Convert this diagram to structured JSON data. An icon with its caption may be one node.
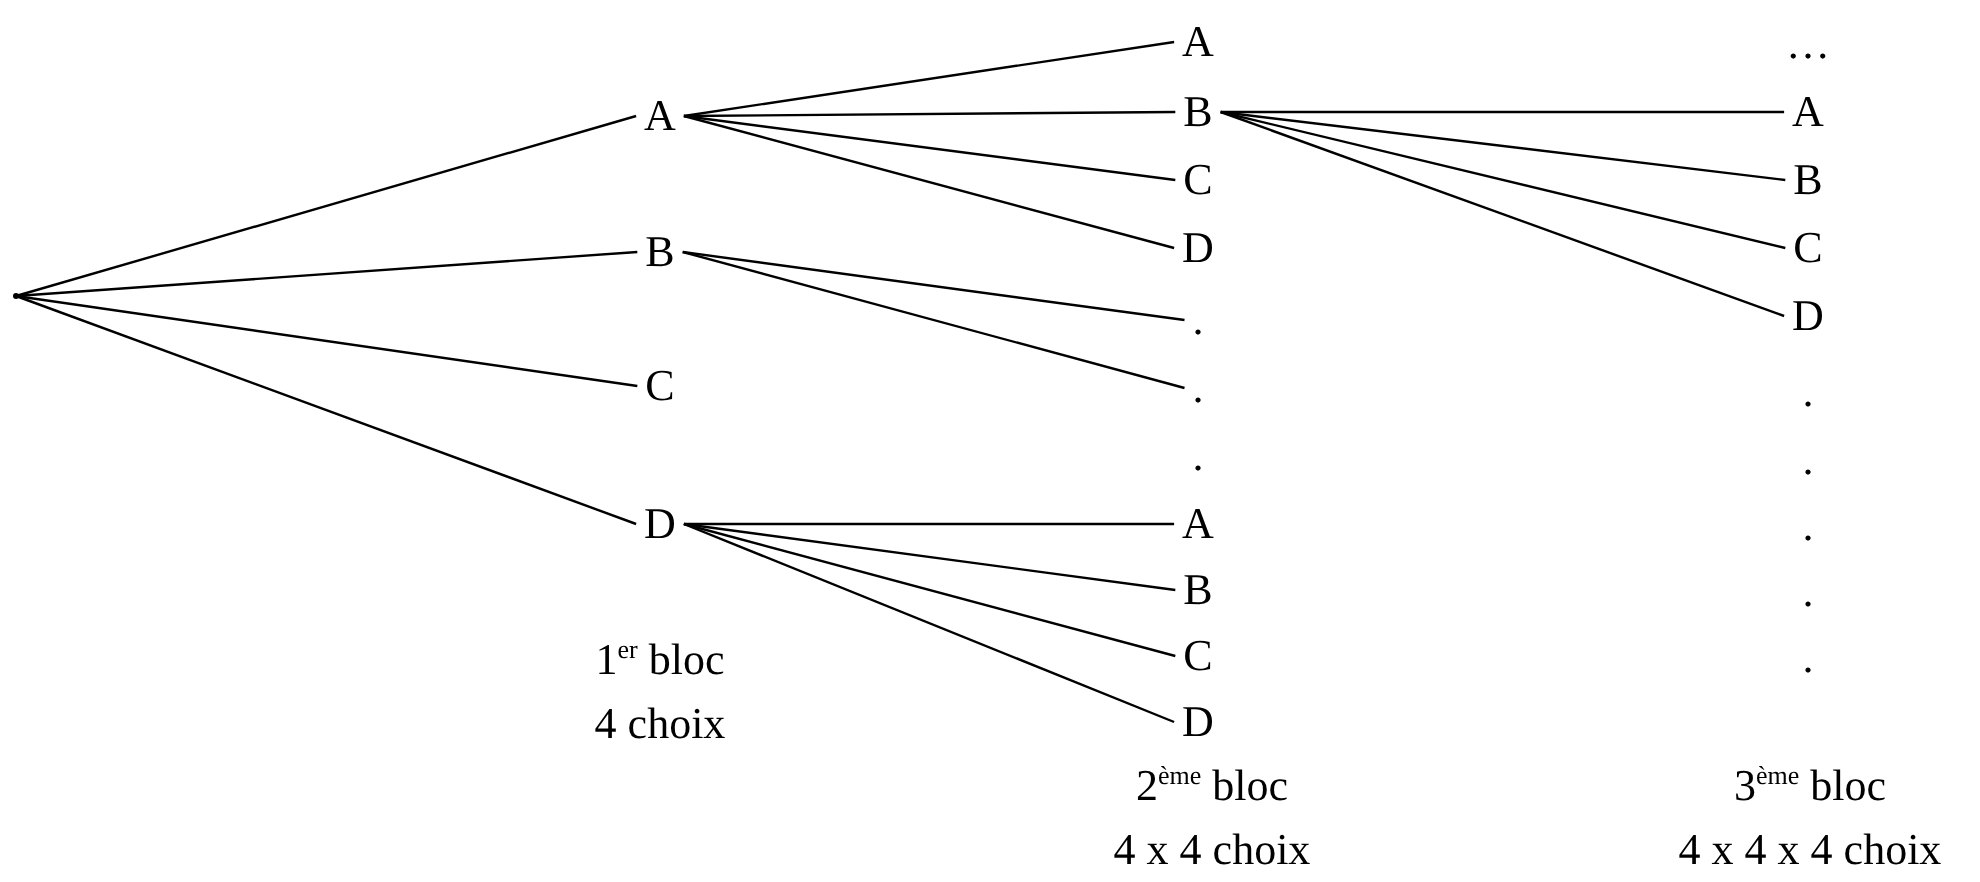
{
  "diagram": {
    "nodes": [
      {
        "text": [],
        "shape": "point"
      },
      {
        "text": [
          "A"
        ]
      },
      {
        "text": [
          "B"
        ]
      },
      {
        "text": [
          "C"
        ]
      },
      {
        "text": [
          "D"
        ]
      },
      {
        "text": [
          "A"
        ]
      },
      {
        "text": [
          "B"
        ]
      },
      {
        "text": [
          "C"
        ]
      },
      {
        "text": [
          "D"
        ]
      },
      {
        "text": [
          "."
        ]
      },
      {
        "text": [
          "."
        ]
      },
      {
        "text": [
          "."
        ]
      },
      {
        "text": [
          "A"
        ]
      },
      {
        "text": [
          "B"
        ]
      },
      {
        "text": [
          "C"
        ]
      },
      {
        "text": [
          "D"
        ]
      },
      {
        "text": [
          "…"
        ]
      },
      {
        "text": [
          "A"
        ]
      },
      {
        "text": [
          "B"
        ]
      },
      {
        "text": [
          "C"
        ]
      },
      {
        "text": [
          "D"
        ]
      },
      {
        "text": [
          "."
        ]
      },
      {
        "text": [
          "."
        ]
      },
      {
        "text": [
          "."
        ]
      },
      {
        "text": [
          "."
        ]
      },
      {
        "text": [
          "."
        ]
      }
    ],
    "edges": [
      {
        "from": 0,
        "to": 1,
        "arrow": "none"
      },
      {
        "from": 0,
        "to": 2,
        "arrow": "none"
      },
      {
        "from": 0,
        "to": 3,
        "arrow": "none"
      },
      {
        "from": 0,
        "to": 4,
        "arrow": "none"
      },
      {
        "from": 1,
        "to": 5,
        "arrow": "none"
      },
      {
        "from": 1,
        "to": 6,
        "arrow": "none"
      },
      {
        "from": 1,
        "to": 7,
        "arrow": "none"
      },
      {
        "from": 1,
        "to": 8,
        "arrow": "none"
      },
      {
        "from": 2,
        "to": 9,
        "arrow": "none"
      },
      {
        "from": 2,
        "to": 10,
        "arrow": "none"
      },
      {
        "from": 4,
        "to": 12,
        "arrow": "none"
      },
      {
        "from": 4,
        "to": 13,
        "arrow": "none"
      },
      {
        "from": 4,
        "to": 14,
        "arrow": "none"
      },
      {
        "from": 4,
        "to": 15,
        "arrow": "none"
      },
      {
        "from": 6,
        "to": 17,
        "arrow": "none"
      },
      {
        "from": 6,
        "to": 18,
        "arrow": "none"
      },
      {
        "from": 6,
        "to": 19,
        "arrow": "none"
      },
      {
        "from": 6,
        "to": 20,
        "arrow": "none"
      }
    ],
    "labels": [
      "1$^{er}$ bloc",
      "4 choix",
      "2$^{ème}$ bloc",
      "4 x 4 choix",
      "3$^{ème}$ bloc",
      "4 x 4 x 4 choix"
    ]
  }
}
